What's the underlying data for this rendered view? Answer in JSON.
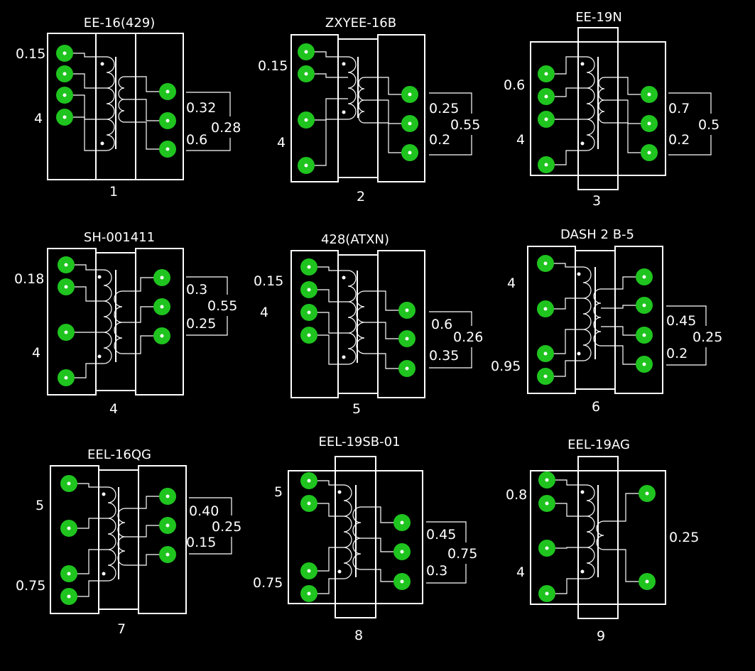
{
  "colors": {
    "background": "#000000",
    "pin": "#1fc41f",
    "line": "#ffffff"
  },
  "transformers": [
    {
      "number": "1",
      "model": "EE-16(429)",
      "primary_labels": [
        "0.15",
        "4"
      ],
      "secondary_labels": [
        "0.32",
        "0.6"
      ],
      "secondary_total": "0.28",
      "primary_pins": 4,
      "secondary_pins": 3
    },
    {
      "number": "2",
      "model": "ZXYEE-16B",
      "primary_labels": [
        "0.15",
        "4"
      ],
      "secondary_labels": [
        "0.25",
        "0.2"
      ],
      "secondary_total": "0.55",
      "primary_pins": 4,
      "secondary_pins": 3
    },
    {
      "number": "3",
      "model": "EE-19N",
      "primary_labels": [
        "0.6",
        "4"
      ],
      "secondary_labels": [
        "0.7",
        "0.2"
      ],
      "secondary_total": "0.5",
      "primary_pins": 4,
      "secondary_pins": 3
    },
    {
      "number": "4",
      "model": "SH-001411",
      "primary_labels": [
        "0.18",
        "4"
      ],
      "secondary_labels": [
        "0.3",
        "0.25"
      ],
      "secondary_total": "0.55",
      "primary_pins": 4,
      "secondary_pins": 3
    },
    {
      "number": "5",
      "model": "428(ATXN)",
      "primary_labels": [
        "0.15",
        "4"
      ],
      "secondary_labels": [
        "0.6",
        "0.35"
      ],
      "secondary_total": "0.26",
      "primary_pins": 4,
      "secondary_pins": 3
    },
    {
      "number": "6",
      "model": "DASH 2 B-5",
      "primary_labels": [
        "4",
        "0.95"
      ],
      "secondary_labels": [
        "0.45",
        "0.2"
      ],
      "secondary_total": "0.25",
      "primary_pins": 4,
      "secondary_pins": 4
    },
    {
      "number": "7",
      "model": "EEL-16QG",
      "primary_labels": [
        "5",
        "0.75"
      ],
      "secondary_labels": [
        "0.40",
        "0.15"
      ],
      "secondary_total": "0.25",
      "primary_pins": 4,
      "secondary_pins": 3
    },
    {
      "number": "8",
      "model": "EEL-19SB-01",
      "primary_labels": [
        "5",
        "0.75"
      ],
      "secondary_labels": [
        "0.45",
        "0.3"
      ],
      "secondary_total": "0.75",
      "primary_pins": 4,
      "secondary_pins": 3
    },
    {
      "number": "9",
      "model": "EEL-19AG",
      "primary_labels": [
        "0.8",
        "4"
      ],
      "secondary_labels": [],
      "secondary_total": "0.25",
      "primary_pins": 4,
      "secondary_pins": 2
    }
  ]
}
